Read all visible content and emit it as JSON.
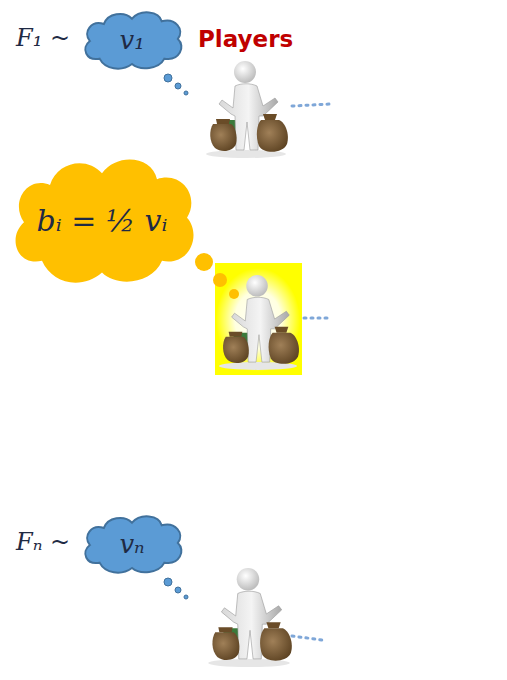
{
  "diagram": {
    "nodes": [
      {
        "text": [
          "v₁"
        ]
      },
      {
        "text": [
          "bᵢ = ½ vᵢ"
        ]
      },
      {
        "text": [
          "vₙ"
        ]
      }
    ],
    "labels": [
      "F₁ ~",
      "Players",
      "Fₙ ~"
    ]
  }
}
